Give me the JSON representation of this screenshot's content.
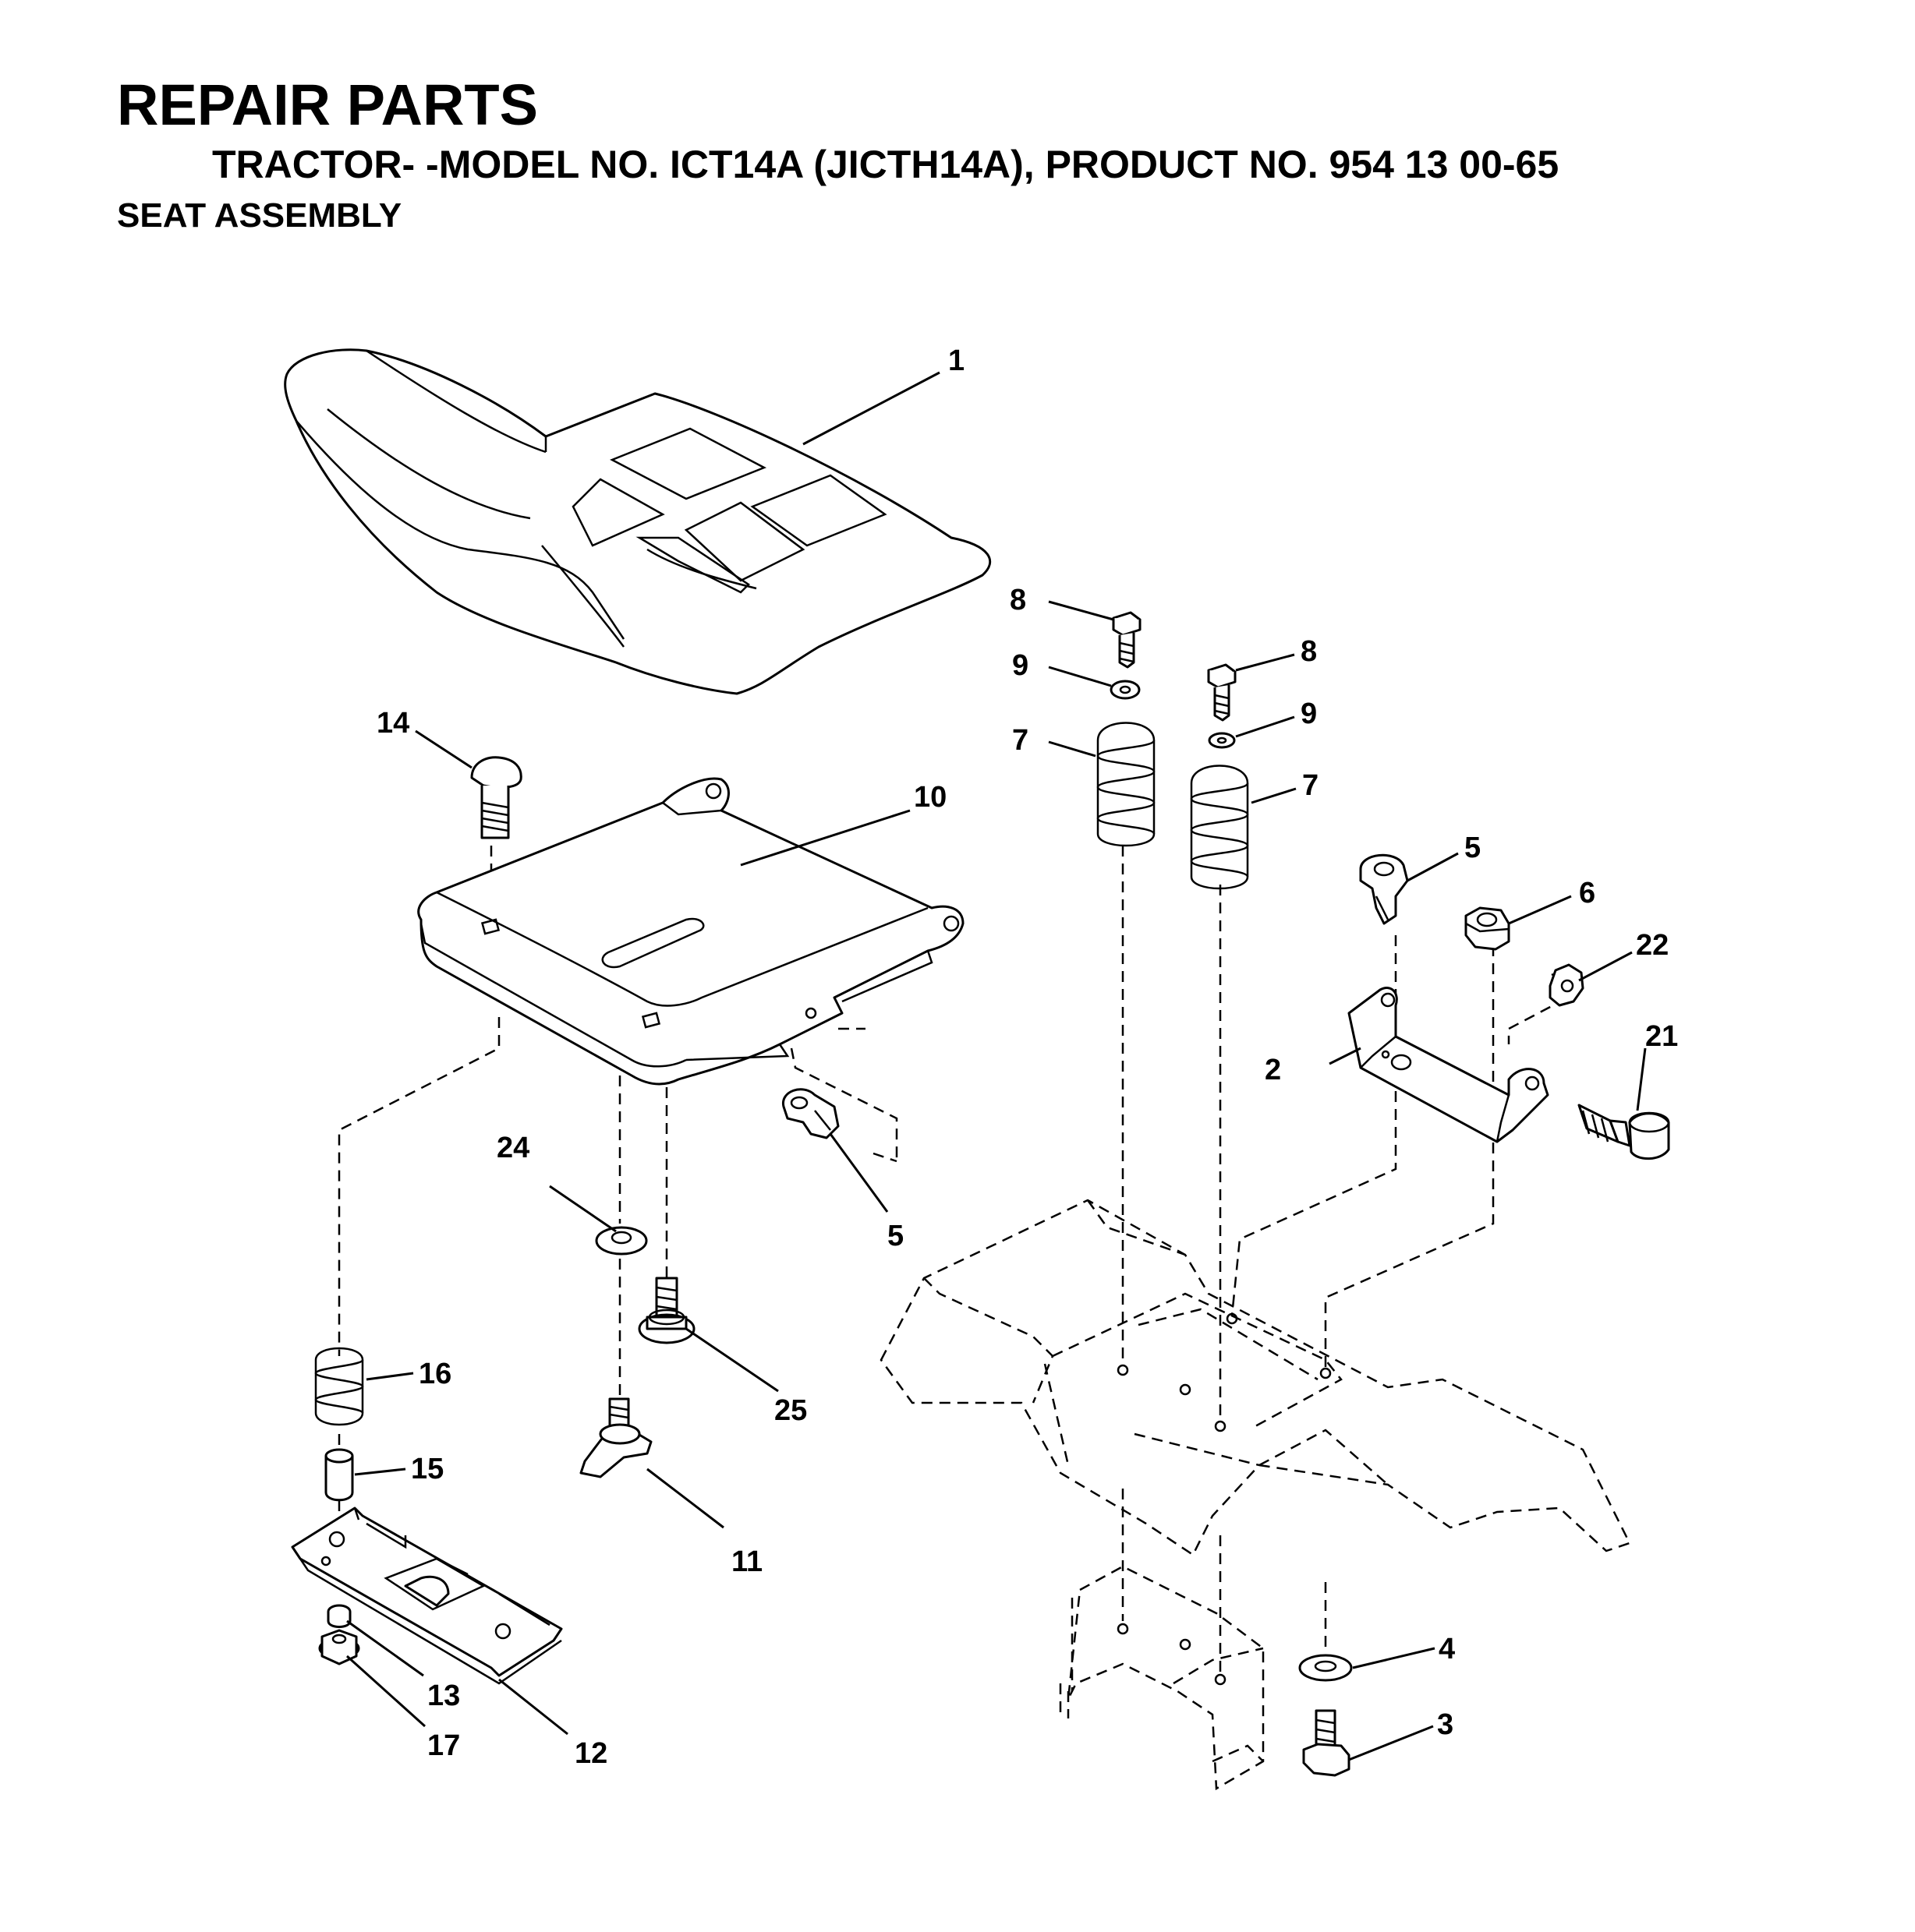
{
  "header": {
    "title": "REPAIR PARTS",
    "subtitle": "TRACTOR- -MODEL NO. ICT14A (JICTH14A), PRODUCT NO. 954 13 00-65",
    "section": "SEAT ASSEMBLY"
  },
  "callouts": {
    "c1": "1",
    "c2": "2",
    "c3": "3",
    "c4": "4",
    "c5a": "5",
    "c5b": "5",
    "c6": "6",
    "c7a": "7",
    "c7b": "7",
    "c8a": "8",
    "c8b": "8",
    "c9a": "9",
    "c9b": "9",
    "c10": "10",
    "c11": "11",
    "c12": "12",
    "c13": "13",
    "c14": "14",
    "c15": "15",
    "c16": "16",
    "c17": "17",
    "c21": "21",
    "c22": "22",
    "c24": "24",
    "c25": "25"
  }
}
